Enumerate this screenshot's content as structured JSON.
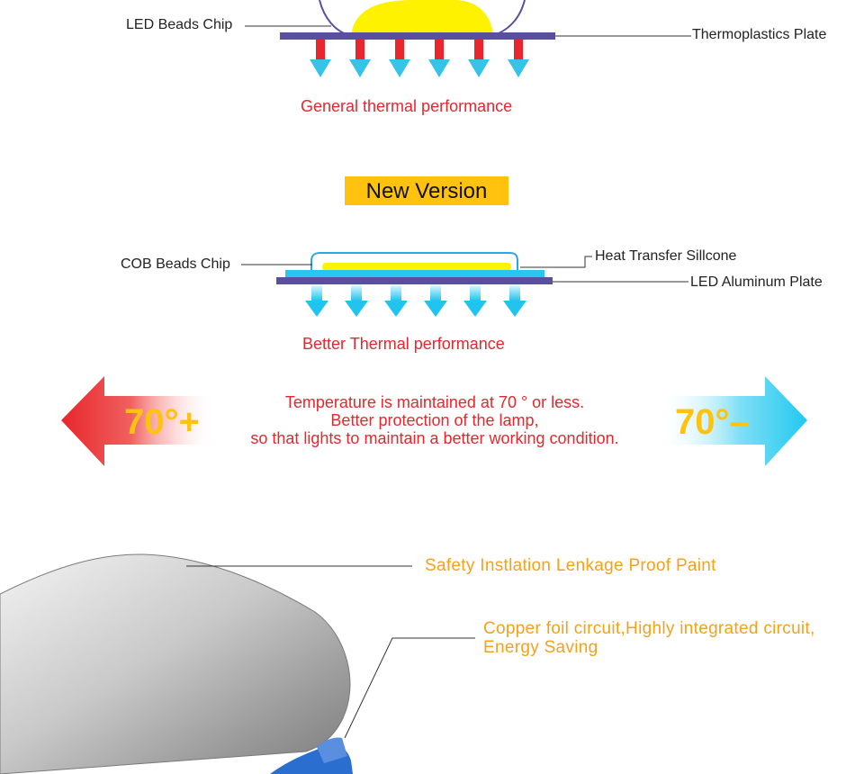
{
  "old": {
    "label_chip": "LED Beads Chip",
    "label_plate": "Thermoplastics Plate",
    "caption": "General thermal performance",
    "arrow_colors": [
      "#e8262b",
      "#29c6f0"
    ]
  },
  "badge": "New Version",
  "new": {
    "label_chip": "COB Beads Chip",
    "label_silicone": "Heat Transfer Sillcone",
    "label_plate": "LED Aluminum Plate",
    "caption": "Better Thermal performance"
  },
  "temperature": {
    "left": "70°+",
    "right": "70°–",
    "line1": "Temperature is maintained at 70 ° or less.",
    "line2": "Better protection of the lamp,",
    "line3": "so that lights to maintain a better working condition."
  },
  "detail": {
    "label1": "Safety Instlation Lenkage Proof Paint",
    "label2_line1": "Copper foil circuit,Highly integrated circuit,",
    "label2_line2": "Energy Saving"
  },
  "colors": {
    "red": "#e8262b",
    "cyan": "#29c6f0",
    "yellow": "#ffc20e",
    "plate": "#5a4f9e"
  }
}
